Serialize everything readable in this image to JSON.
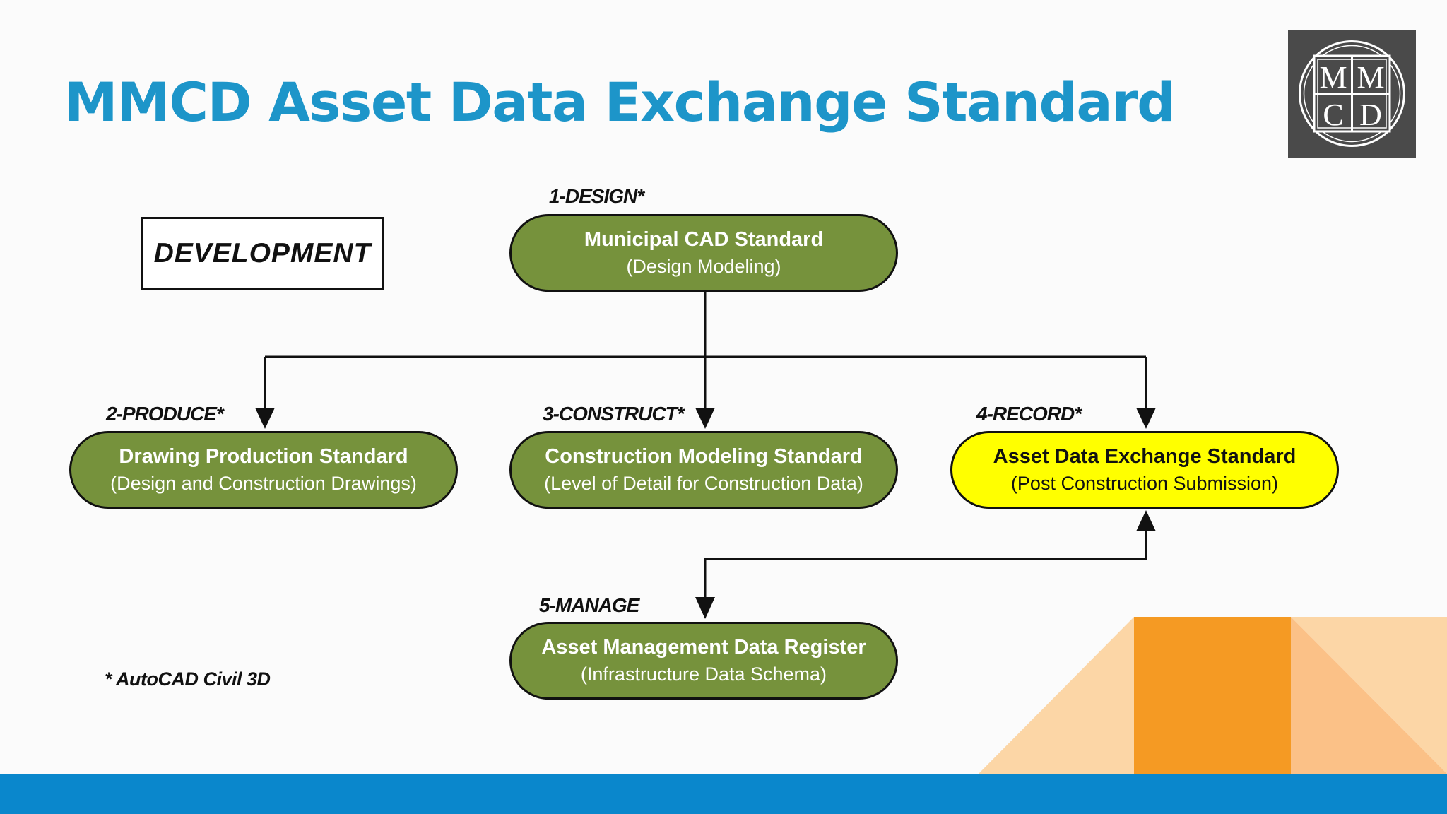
{
  "slide": {
    "title": "MMCD Asset Data Exchange Standard",
    "development_label": "DEVELOPMENT",
    "footnote": "* AutoCAD Civil 3D"
  },
  "logo": {
    "letters": [
      "M",
      "M",
      "C",
      "D"
    ],
    "background": "#4a4a4a"
  },
  "colors": {
    "title": "#1d95c9",
    "stage_fill": "#76923c",
    "highlight_fill": "#ffff00",
    "bottom_bar": "#0a87cc",
    "accent_orange": "#f59a23",
    "accent_light": "#fcd6a6"
  },
  "stages": [
    {
      "step": "1-DESIGN*",
      "title": "Municipal CAD Standard",
      "subtitle": "(Design Modeling)"
    },
    {
      "step": "2-PRODUCE*",
      "title": "Drawing Production Standard",
      "subtitle": "(Design and Construction Drawings)"
    },
    {
      "step": "3-CONSTRUCT*",
      "title": "Construction Modeling Standard",
      "subtitle": "(Level of Detail for Construction Data)"
    },
    {
      "step": "4-RECORD*",
      "title": "Asset Data Exchange Standard",
      "subtitle": "(Post Construction Submission)"
    },
    {
      "step": "5-MANAGE",
      "title": "Asset Management Data Register",
      "subtitle": "(Infrastructure Data Schema)"
    }
  ]
}
